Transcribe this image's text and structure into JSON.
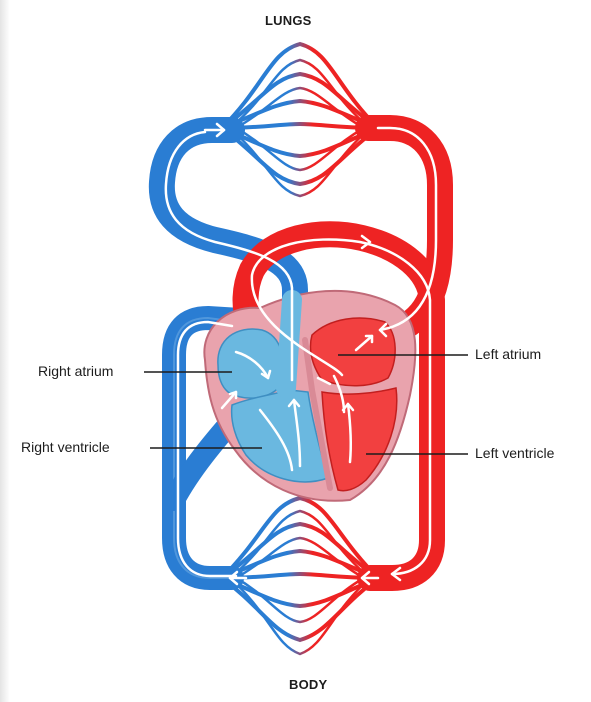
{
  "labels": {
    "top": "LUNGS",
    "bottom": "BODY",
    "right_atrium": "Right atrium",
    "right_ventricle": "Right ventricle",
    "left_atrium": "Left atrium",
    "left_ventricle": "Left ventricle"
  },
  "colors": {
    "deoxygenated": "#2a7dd3",
    "oxygenated": "#ee2323",
    "heart_outer": "#e9a3ad",
    "right_chamber": "#6ab8e0",
    "left_chamber": "#f24040",
    "flow_arrow": "#ffffff"
  }
}
